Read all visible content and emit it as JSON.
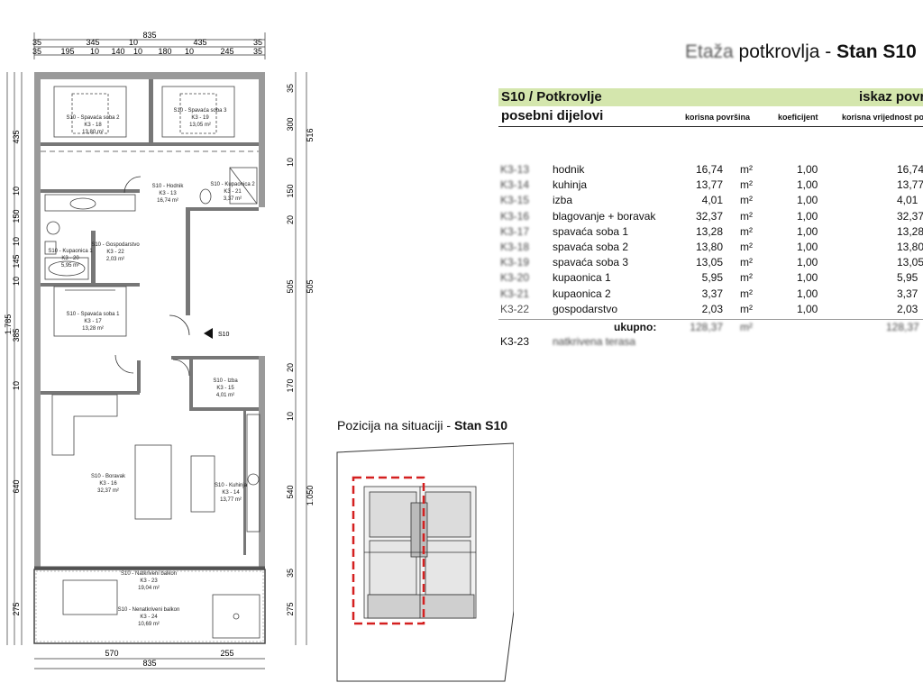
{
  "heading": {
    "prefix": "Etaža",
    "middle": " potkrovlja - ",
    "stan": "Stan S10"
  },
  "table": {
    "header_left": "S10 / Potkrovlje",
    "header_right": "iskaz povr",
    "subheader": "posebni dijelovi",
    "col_area": "korisna površina",
    "col_coef": "koeficijent",
    "col_value": "korisna vrijednost po",
    "rows": [
      {
        "code": "K3-13",
        "name": "hodnik",
        "area": "16,74",
        "unit": "m²",
        "coef": "1,00",
        "value": "16,74"
      },
      {
        "code": "K3-14",
        "name": "kuhinja",
        "area": "13,77",
        "unit": "m²",
        "coef": "1,00",
        "value": "13,77"
      },
      {
        "code": "K3-15",
        "name": "izba",
        "area": "4,01",
        "unit": "m²",
        "coef": "1,00",
        "value": "4,01"
      },
      {
        "code": "K3-16",
        "name": "blagovanje + boravak",
        "area": "32,37",
        "unit": "m²",
        "coef": "1,00",
        "value": "32,37"
      },
      {
        "code": "K3-17",
        "name": "spavaća soba 1",
        "area": "13,28",
        "unit": "m²",
        "coef": "1,00",
        "value": "13,28"
      },
      {
        "code": "K3-18",
        "name": "spavaća soba 2",
        "area": "13,80",
        "unit": "m²",
        "coef": "1,00",
        "value": "13,80"
      },
      {
        "code": "K3-19",
        "name": "spavaća soba 3",
        "area": "13,05",
        "unit": "m²",
        "coef": "1,00",
        "value": "13,05"
      },
      {
        "code": "K3-20",
        "name": "kupaonica 1",
        "area": "5,95",
        "unit": "m²",
        "coef": "1,00",
        "value": "5,95"
      },
      {
        "code": "K3-21",
        "name": "kupaonica 2",
        "area": "3,37",
        "unit": "m²",
        "coef": "1,00",
        "value": "3,37"
      },
      {
        "code": "K3-22",
        "name": "gospodarstvo",
        "area": "2,03",
        "unit": "m²",
        "coef": "1,00",
        "value": "2,03"
      }
    ],
    "total_label": "ukupno:",
    "total_area": "128,37",
    "total_unit": "m²",
    "total_value": "128,37",
    "extra_code": "K3-23",
    "extra_name": "natkrivena terasa"
  },
  "position": {
    "label": "Pozicija na situaciji - ",
    "stan": "Stan S10"
  },
  "plan": {
    "dims_top": {
      "total": "835",
      "row1": [
        "35",
        "345",
        "10",
        "435",
        "35"
      ],
      "row2": [
        "35",
        "195",
        "10",
        "140",
        "10",
        "180",
        "10",
        "245",
        "35"
      ]
    },
    "dims_bottom": {
      "total": "835",
      "parts": [
        "570",
        "255"
      ]
    },
    "dims_left": {
      "total": "1.785",
      "parts": [
        "435",
        "10",
        "150",
        "10",
        "145",
        "10",
        "385",
        "10",
        "640",
        "275"
      ]
    },
    "dims_right_inner": [
      "35",
      "300",
      "10",
      "150",
      "20",
      "505",
      "20",
      "170",
      "10",
      "540",
      "35",
      "275"
    ],
    "dims_right_outer": [
      "516",
      "505",
      "1.050"
    ],
    "entry": "S10",
    "rooms": [
      {
        "key": "r1",
        "l1": "S10 - Spavaća soba 2",
        "l2": "K3 - 18",
        "l3": "13,80 m²"
      },
      {
        "key": "r2",
        "l1": "S10 - Spavaća soba 3",
        "l2": "K3 - 19",
        "l3": "13,05 m²"
      },
      {
        "key": "r3",
        "l1": "S10 - Hodnik",
        "l2": "K3 - 13",
        "l3": "16,74 m²"
      },
      {
        "key": "r4",
        "l1": "S10 - Kupaonica 2",
        "l2": "K3 - 21",
        "l3": "3,37 m²"
      },
      {
        "key": "r5",
        "l1": "S10 - Kupaonica 1",
        "l2": "K3 - 20",
        "l3": "5,95 m²"
      },
      {
        "key": "r6",
        "l1": "S10 - Gospodarstvo",
        "l2": "K3 - 22",
        "l3": "2,03 m²"
      },
      {
        "key": "r7",
        "l1": "S10 - Spavaća soba 1",
        "l2": "K3 - 17",
        "l3": "13,28 m²"
      },
      {
        "key": "r8",
        "l1": "S10 - Izba",
        "l2": "K3 - 15",
        "l3": "4,01 m²"
      },
      {
        "key": "r9",
        "l1": "S10 - Kuhinja",
        "l2": "K3 - 14",
        "l3": "13,77 m²"
      },
      {
        "key": "r10",
        "l1": "S10 - Boravak",
        "l2": "K3 - 16",
        "l3": "32,37 m²"
      },
      {
        "key": "r11",
        "l1": "S10 - Natkriveni balkon",
        "l2": "K3 - 23",
        "l3": "19,04 m²"
      },
      {
        "key": "r12",
        "l1": "S10 - Nenatkriveni balkon",
        "l2": "K3 - 24",
        "l3": "10,69 m²"
      }
    ]
  },
  "colors": {
    "highlight_header": "#d4e6ad",
    "marker": "#d42020",
    "wall": "#9a9a9a",
    "dark_wall": "#555555"
  }
}
